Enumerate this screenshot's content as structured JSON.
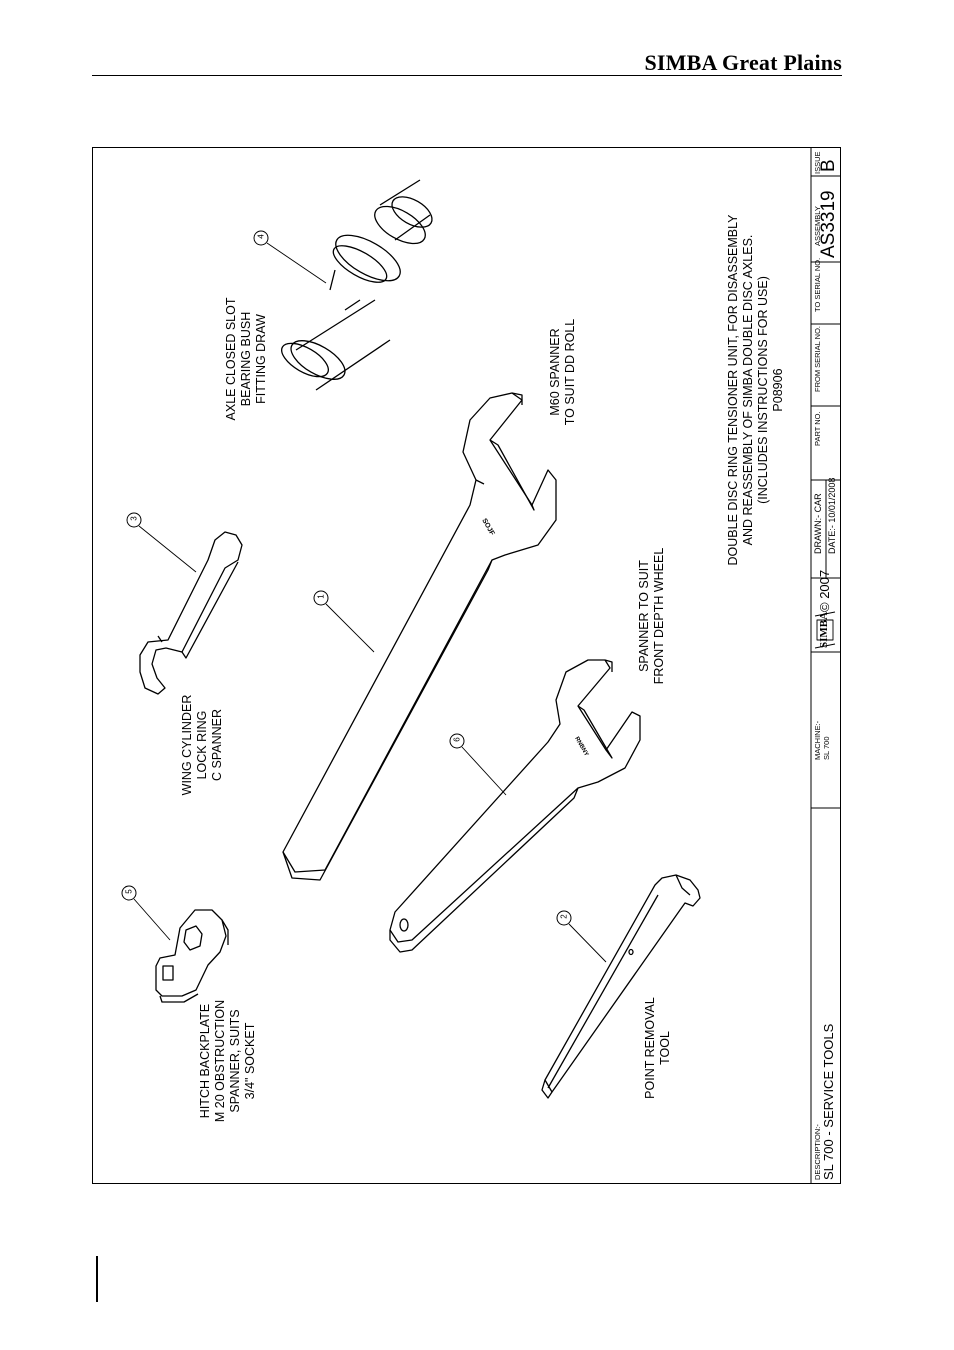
{
  "header": {
    "brand": "SIMBA Great Plains"
  },
  "tools": [
    {
      "number": "1",
      "lines": [
        "M60 SPANNER",
        "TO SUIT DD ROLL"
      ]
    },
    {
      "number": "2",
      "lines": [
        "POINT REMOVAL",
        "TOOL"
      ]
    },
    {
      "number": "3",
      "lines": [
        "WING CYLINDER",
        "LOCK RING",
        "C SPANNER"
      ]
    },
    {
      "number": "4",
      "lines": [
        "AXLE CLOSED SLOT",
        "BEARING BUSH",
        "FITTING DRAW"
      ]
    },
    {
      "number": "5",
      "lines": [
        "HITCH BACKPLATE",
        "M 20 OBSTRUCTION",
        "SPANNER, SUITS",
        "3/4\" SOCKET"
      ]
    },
    {
      "number": "6",
      "lines": [
        "SPANNER TO SUIT",
        "FRONT DEPTH WHEEL"
      ]
    }
  ],
  "note": {
    "lines": [
      "DOUBLE DISC RING TENSIONER UNIT, FOR DISASSEMBLY",
      "AND REASSEMBLY OF SIMBA DOUBLE DISC AXLES.",
      "(INCLUDES INSTRUCTIONS FOR USE)",
      "P08906"
    ]
  },
  "tool_stamps": {
    "m60": "SOJF",
    "front_depth": "RNBNY"
  },
  "title_block": {
    "description_label": "DESCRIPTION:-",
    "description": "SL 700 - SERVICE TOOLS",
    "machine_label": "MACHINE:-",
    "machine": "SL 700",
    "logo_text": "SIMBA",
    "copyright": "© 2007",
    "drawn": "DRAWN:- CAR",
    "date": "DATE:- 10/01/2008",
    "part_no_label": "PART NO.",
    "from_serial_label": "FROM SERIAL NO.",
    "to_serial_label": "TO SERIAL NO.",
    "assembly_label": "ASSEMBLY",
    "assembly": "AS3319",
    "issue_label": "ISSUE",
    "issue": "B"
  }
}
